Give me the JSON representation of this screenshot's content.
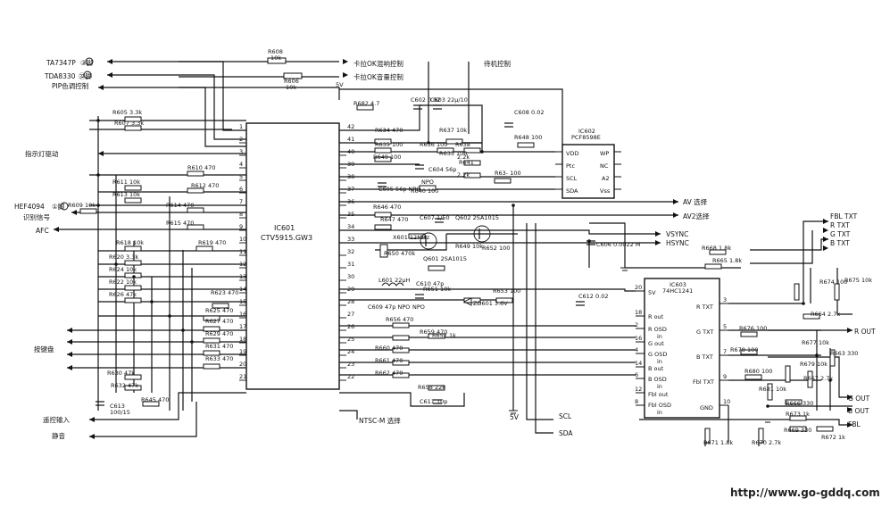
{
  "ics": {
    "ic601": {
      "ref": "IC601",
      "part": "CTV5915.GW3"
    },
    "ic602": {
      "ref": "IC602",
      "part": "PCF8598E"
    },
    "ic603": {
      "ref": "IC603",
      "part": "74HC1241"
    }
  },
  "left_labels": {
    "ta7347p": "TA7347P",
    "ta7347p_pin": "③脚",
    "tda8330": "TDA8330",
    "tda8330_pin": "㉜脚",
    "pip": "PIP色调控制",
    "indicator": "指示灯驱动",
    "hef4094": "HEF4094",
    "hef4094_pin": "①脚",
    "sense": "识别信号",
    "afc": "AFC",
    "keys": "按键盘",
    "remote": "遥控输入",
    "mute": "静音"
  },
  "top_labels": {
    "card_ok_video": "卡拉OK混响控制",
    "card_ok_volume": "卡拉OK音量控制",
    "standby": "待机控制",
    "v5": "5V"
  },
  "right_labels": {
    "av_select": "AV 选择",
    "av2_select": "AV2选择",
    "vsync": "VSYNC",
    "hsync": "HSYNC",
    "fbl_txt": "FBL TXT",
    "r_txt": "R TXT",
    "g_txt": "G TXT",
    "b_txt": "B TXT",
    "r_out": "R OUT",
    "g_out": "G OUT",
    "b_out": "B OUT",
    "fbl": "FBL",
    "scl": "SCL",
    "sda": "SDA",
    "v5b": "5V",
    "ntsc": "NTSC-M 选择"
  },
  "ic602_pins": {
    "vdd": "VDD",
    "wp": "WP",
    "ptc": "Ptc",
    "nc": "NC",
    "scl": "SCL",
    "a2": "A2",
    "sda": "SDA",
    "vss": "Vss"
  },
  "ic603_pins": {
    "v5": "5V",
    "rout": "R out",
    "rosd": "R OSD",
    "gout": "G out",
    "gosd": "G OSD",
    "bout": "B out",
    "bosd": "B OSD",
    "fblout": "Fbl out",
    "fblosd": "Fbl OSD",
    "rtxt": "R TXT",
    "gtxt": "G TXT",
    "btxt": "B TXT",
    "fbltxt": "Fbl TXT",
    "gnd": "GND",
    "in1": "in",
    "in2": "in",
    "in3": "in",
    "in4": "in"
  },
  "resistors_left": [
    "R605 3.3k",
    "R607 3.3k",
    "R610 470",
    "R611 10k",
    "R612 470",
    "R613 10k",
    "R609 10k",
    "R614 470",
    "R615 470",
    "R618 10k",
    "R619 470",
    "R620 3.3k",
    "R624 10k",
    "R622 10k",
    "R626 47k",
    "R623 470",
    "R625 470",
    "R627 470",
    "R629 470",
    "R631 470",
    "R633 470",
    "R630 47k",
    "R632 47k",
    "R645 470"
  ],
  "cap_left": {
    "ref": "C613",
    "val": "100/15"
  },
  "resistors_top": {
    "r608": "R608",
    "r608v": "10k",
    "r606": "R606",
    "r606v": "10k"
  },
  "components_mid": [
    "R682 4.7",
    "C602 0.02",
    "C603 22μ/10",
    "R634 470",
    "R637 10k",
    "R635 100",
    "R636 100",
    "R638",
    "R649 100",
    "R633 100",
    "2.2k",
    "C604 56p",
    "R641",
    "2.2k",
    "C605 56p NPO",
    "NPO",
    "R640 100",
    "R646 470",
    "R647 470",
    "C607 1/50",
    "Q602 2SA1015",
    "X601 12MHz",
    "R650 470k",
    "Q601 2SA1015",
    "R649 10k",
    "R652 100",
    "C610 47p",
    "R651 10k",
    "L601 22μH",
    "C609 47p NPO",
    "NPO",
    "ZD601 3.6V",
    "R653 100",
    "R656 470",
    "R659 470",
    "R657 1k",
    "R660 470",
    "R661 470",
    "R662 470",
    "R658 22k",
    "C611 10p"
  ],
  "components_ic602": [
    "C608 0.02",
    "R648 100",
    "R63- 100"
  ],
  "components_right": [
    "C606 0.0022 M",
    "R668 1.8k",
    "R665 1.8k",
    "C612 0.02",
    "R674 100",
    "R675 10k",
    "R664 2.7k",
    "R676 100",
    "R677 10k",
    "R663 330",
    "R678 100",
    "R667 2.7k",
    "R680 100",
    "R679 10k",
    "R681 10k",
    "R666 330",
    "R673 1k",
    "R669 330",
    "R672 1k",
    "R671 1.8k",
    "R670 2.7k"
  ],
  "pins_left": [
    "1",
    "2",
    "3",
    "4",
    "5",
    "6",
    "7",
    "8",
    "9",
    "10",
    "11",
    "12",
    "13",
    "14",
    "15",
    "16",
    "17",
    "18",
    "19",
    "20",
    "21"
  ],
  "pins_right": [
    "42",
    "41",
    "40",
    "39",
    "38",
    "37",
    "36",
    "35",
    "34",
    "33",
    "32",
    "31",
    "30",
    "29",
    "28",
    "27",
    "26",
    "25",
    "24",
    "23",
    "22"
  ],
  "watermark": "http://www.go-gddq.com"
}
